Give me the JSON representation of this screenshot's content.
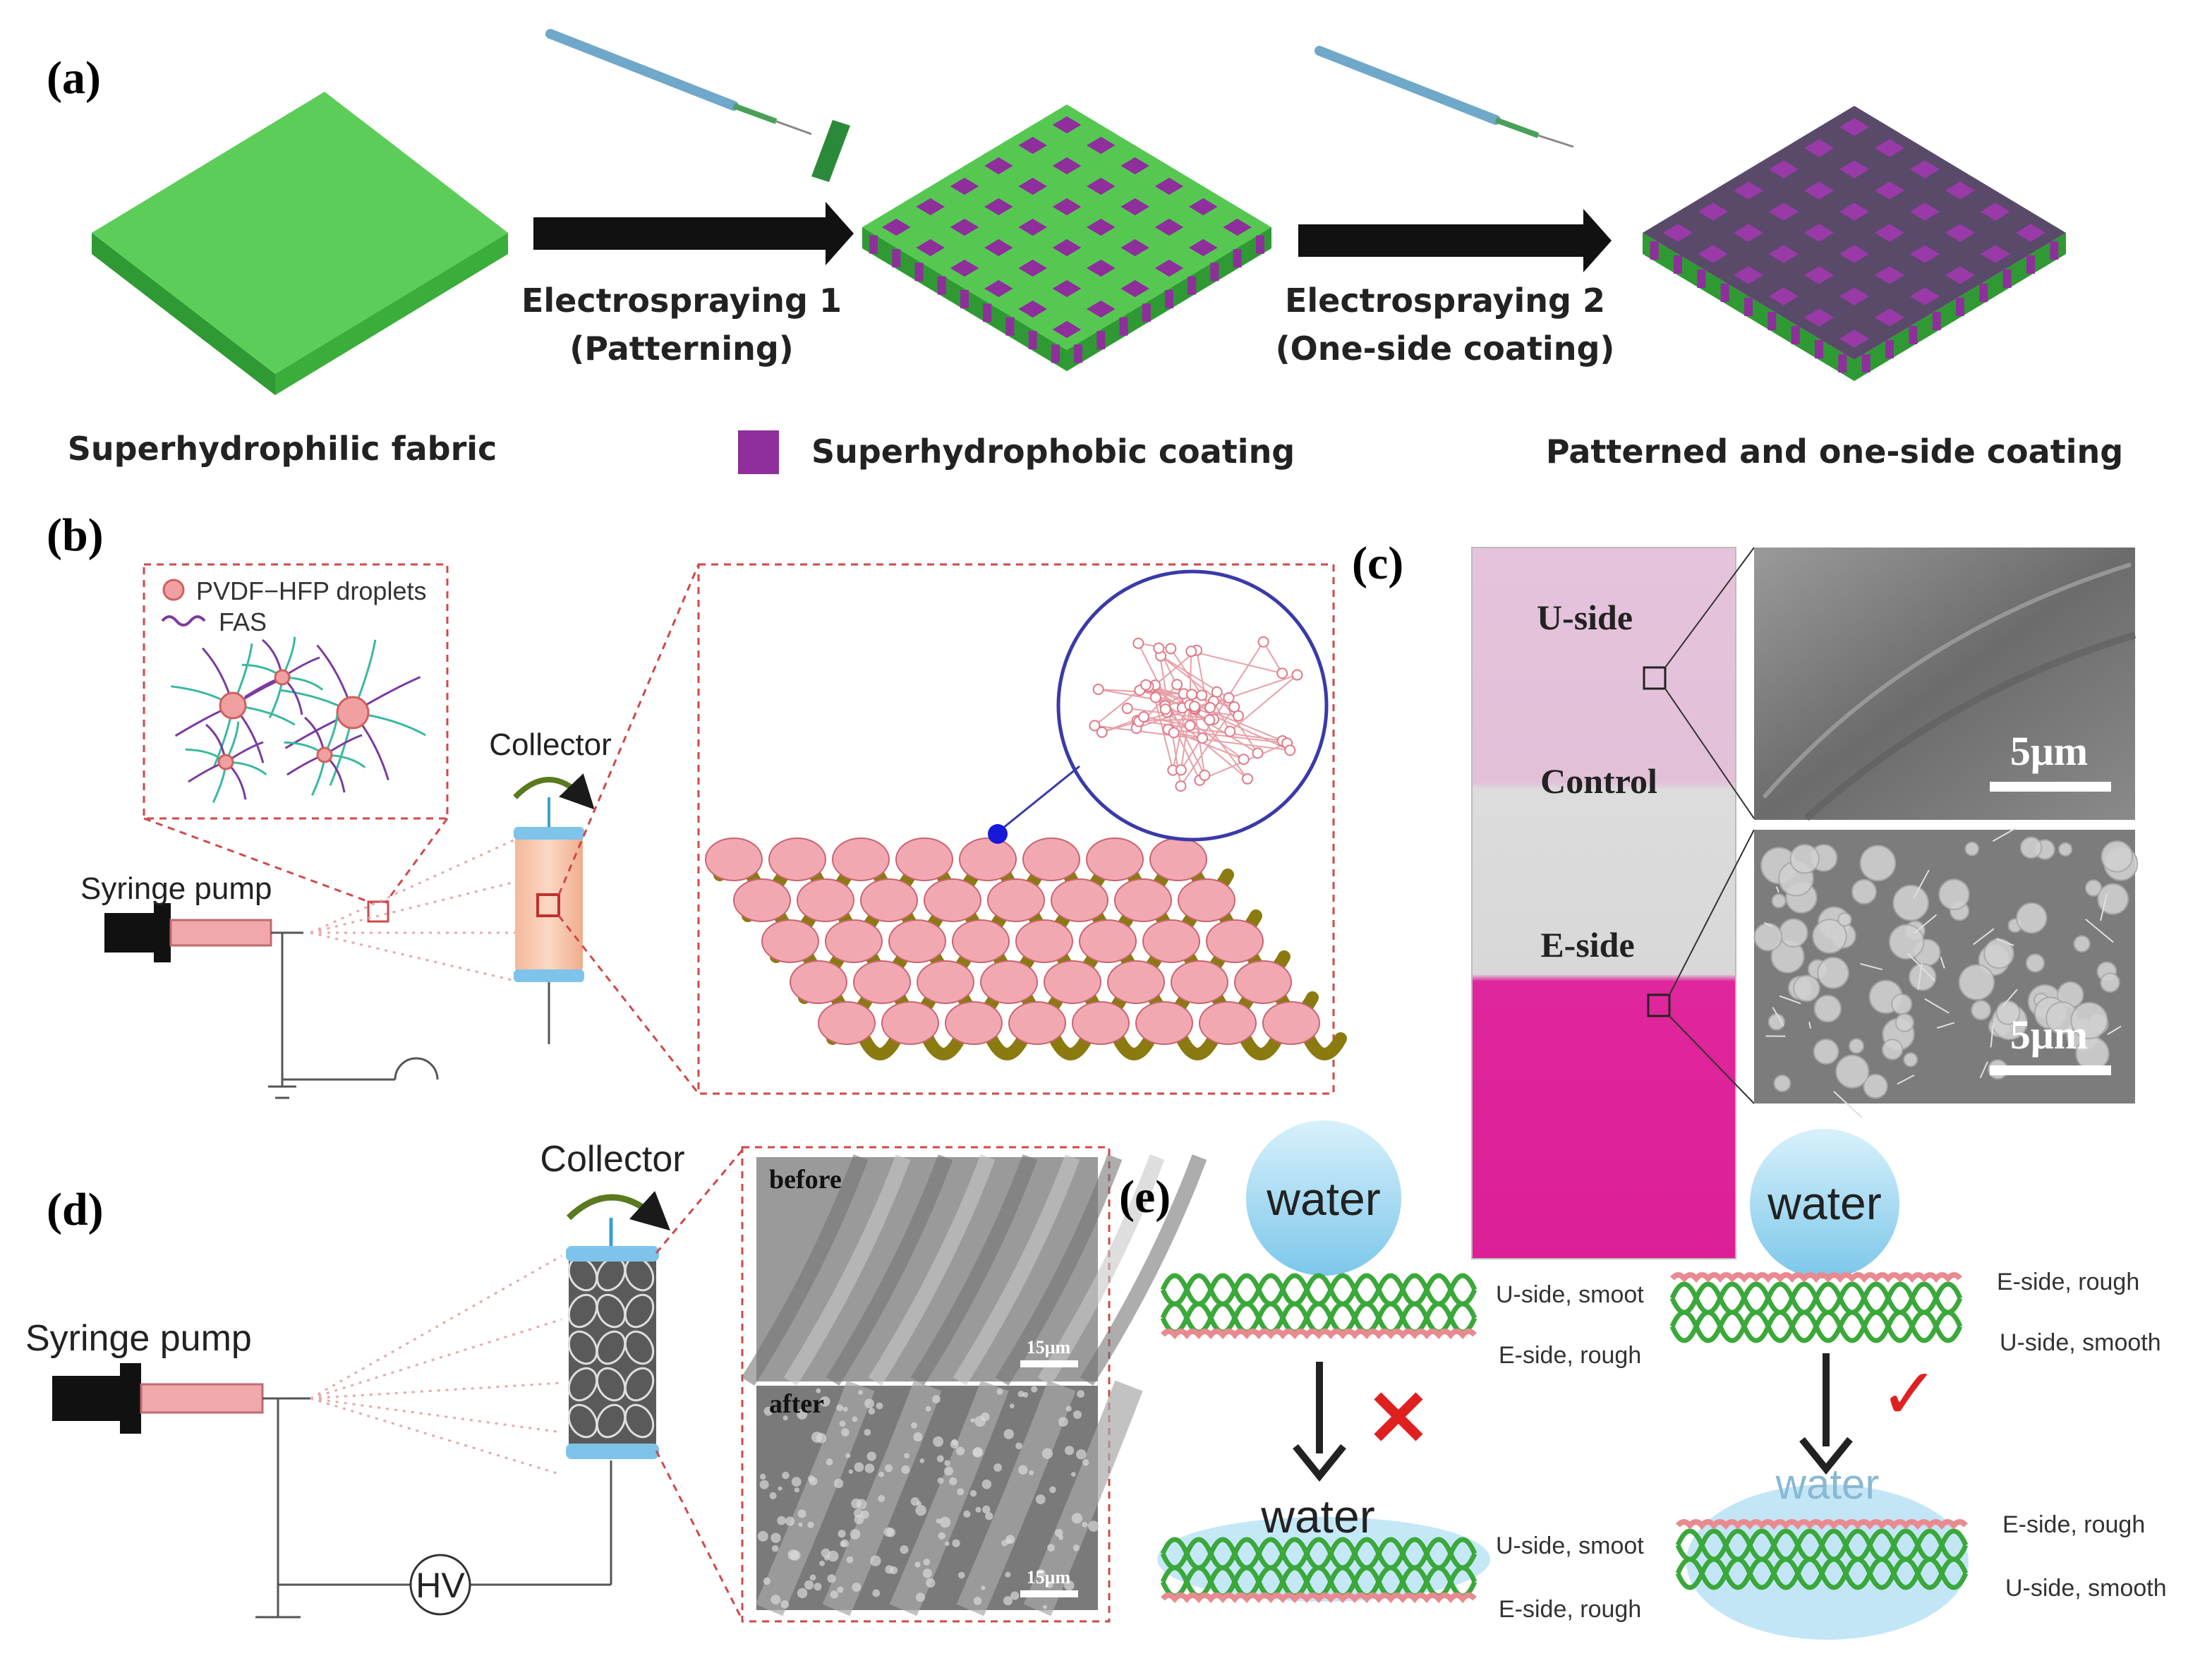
{
  "panels": {
    "a": {
      "label": "(a)",
      "step1_line1": "Electrospraying 1",
      "step1_line2": "(Patterning)",
      "step2_line1": "Electrospraying 2",
      "step2_line2": "(One-side coating)",
      "fabric_label": "Superhydrophilic fabric",
      "coating_label": "Superhydrophobic coating",
      "result_label": "Patterned and one-side coating"
    },
    "b": {
      "label": "(b)",
      "legend_droplets": "PVDF−HFP droplets",
      "legend_fas": "FAS",
      "collector": "Collector",
      "syringe": "Syringe  pump"
    },
    "c": {
      "label": "(c)",
      "u_side": "U-side",
      "control": "Control",
      "e_side": "E-side",
      "scale_top": "5μm",
      "scale_bottom": "5μm"
    },
    "d": {
      "label": "(d)",
      "collector": "Collector",
      "syringe": "Syringe  pump",
      "hv": "HV",
      "before": "before",
      "after": "after",
      "scale_before": "15μm",
      "scale_after": "15μm"
    },
    "e": {
      "label": "(e)",
      "water_top_left": "water",
      "water_top_right": "water",
      "water_bottom_left": "water",
      "water_bottom_right": "water",
      "left_top_upper": "U-side, smoot",
      "left_top_lower": "E-side, rough",
      "left_bottom_upper": "U-side, smoot",
      "left_bottom_lower": "E-side, rough",
      "right_top_upper": "E-side, rough",
      "right_top_lower": "U-side, smooth",
      "right_bottom_upper": "E-side, rough",
      "right_bottom_lower": "U-side, smooth",
      "cross": "✕",
      "check": "✓"
    }
  },
  "colors": {
    "fabric_green": "#4cc04a",
    "coating_purple": "#8e2f9c",
    "pink_coating": "#e88a90",
    "weave_green": "#3aa83a",
    "dashed_red": "#d04848",
    "water_blue": "#9fd7f0",
    "arrow_black": "#111111",
    "check_red": "#e02020"
  }
}
